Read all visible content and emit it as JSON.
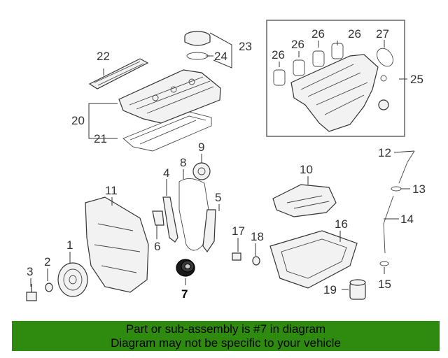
{
  "callouts": {
    "c1": "1",
    "c2": "2",
    "c3": "3",
    "c4": "4",
    "c5": "5",
    "c6": "6",
    "c7": "7",
    "c8": "8",
    "c9": "9",
    "c10": "10",
    "c11": "11",
    "c12": "12",
    "c13": "13",
    "c14": "14",
    "c15": "15",
    "c16": "16",
    "c17": "17",
    "c18": "18",
    "c19": "19",
    "c20": "20",
    "c21": "21",
    "c22": "22",
    "c23": "23",
    "c24": "24",
    "c25": "25",
    "c26": "26",
    "c27": "27"
  },
  "banner": {
    "line1": "Part or sub-assembly is #7 in diagram",
    "line2": "Diagram may not be specific to your vehicle",
    "color": "#2e8b10"
  }
}
